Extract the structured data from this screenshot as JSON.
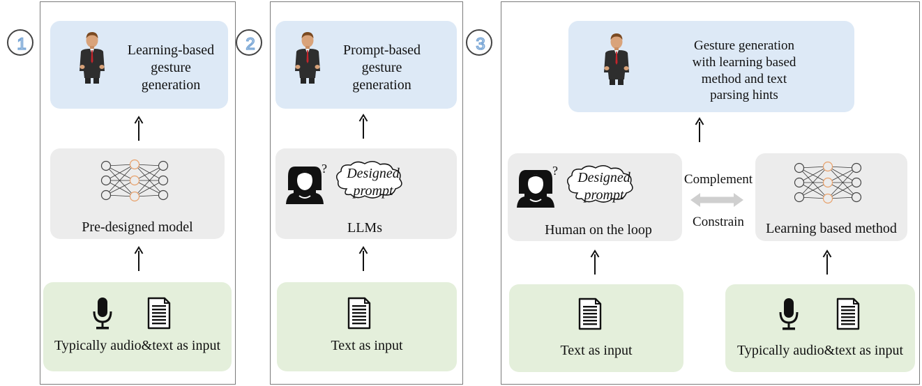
{
  "panels": [
    {
      "number": "1",
      "output_label": "Learning-based gesture generation",
      "model_label": "Pre-designed model",
      "input_label": "Typically audio&text as input",
      "input_icons": [
        "microphone-icon",
        "document-icon"
      ]
    },
    {
      "number": "2",
      "output_label": "Prompt-based gesture generation",
      "prompt_label": "Designed prompt",
      "question_mark": "?",
      "model_label": "LLMs",
      "input_label": "Text as input",
      "input_icons": [
        "document-icon"
      ]
    },
    {
      "number": "3",
      "output_label": "Gesture generation with learning based method and text parsing hints",
      "human_label": "Human on the loop",
      "prompt_label": "Designed prompt",
      "question_mark": "?",
      "relation_top": "Complement",
      "relation_bottom": "Constrain",
      "learning_label": "Learning based method",
      "left_input_label": "Text as input",
      "right_input_label": "Typically audio&text as input"
    }
  ],
  "colors": {
    "output_box": "#dde9f6",
    "model_box": "#ececec",
    "input_box": "#e4efdb",
    "badge_blue": "#7aa7d6",
    "neuron_orange": "#e8a06a"
  }
}
